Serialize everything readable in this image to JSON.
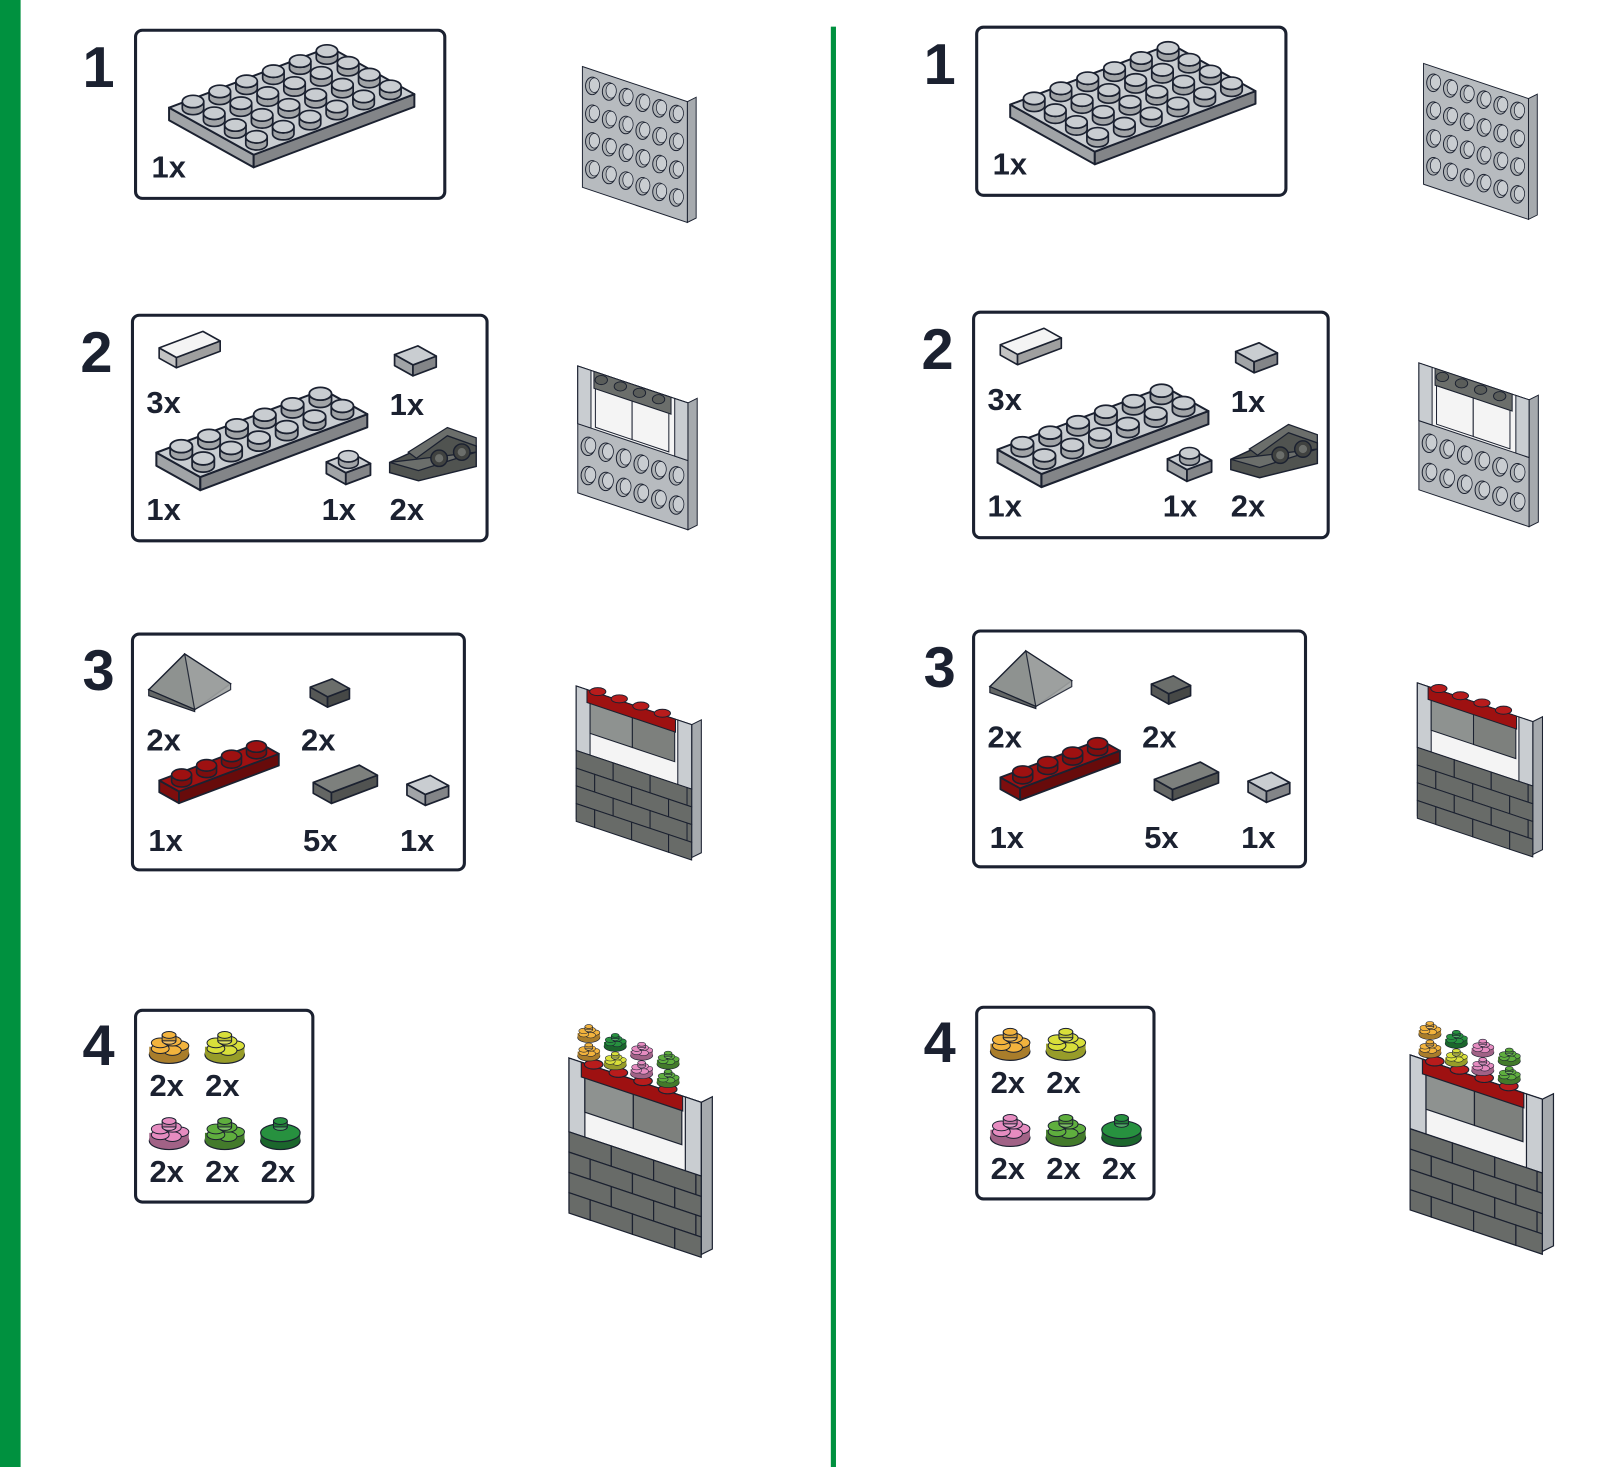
{
  "colors": {
    "accent_green": "#00913f",
    "text": "#1b2130",
    "light_gray": "#c9cdd1",
    "dark_gray": "#6b6e6b",
    "red": "#9e1111",
    "white": "#f4f4f4"
  },
  "columns": [
    {
      "steps": [
        {
          "number": "1",
          "parts": [
            {
              "kind": "plate-4x6",
              "qty": "1x"
            }
          ]
        },
        {
          "number": "2",
          "parts": [
            {
              "kind": "tile-1x2-white",
              "qty": "3x"
            },
            {
              "kind": "tile-1x1-light",
              "qty": "1x"
            },
            {
              "kind": "plate-2x6",
              "qty": "1x"
            },
            {
              "kind": "plate-1x1",
              "qty": "1x"
            },
            {
              "kind": "bracket-dark",
              "qty": "2x"
            }
          ]
        },
        {
          "number": "3",
          "parts": [
            {
              "kind": "slope-dark",
              "qty": "2x"
            },
            {
              "kind": "tile-1x1-dark",
              "qty": "2x"
            },
            {
              "kind": "plate-1x4-red",
              "qty": "1x"
            },
            {
              "kind": "tile-1x2-dark",
              "qty": "5x"
            },
            {
              "kind": "tile-1x1-light",
              "qty": "1x"
            }
          ]
        },
        {
          "number": "4",
          "parts": [
            {
              "kind": "flower-orange",
              "qty": "2x"
            },
            {
              "kind": "flower-yellow",
              "qty": "2x"
            },
            {
              "kind": "flower-pink",
              "qty": "2x"
            },
            {
              "kind": "flower-green",
              "qty": "2x"
            },
            {
              "kind": "round-plate-green",
              "qty": "2x"
            }
          ]
        }
      ]
    },
    {
      "steps": [
        {
          "number": "1",
          "parts": [
            {
              "kind": "plate-4x6",
              "qty": "1x"
            }
          ]
        },
        {
          "number": "2",
          "parts": [
            {
              "kind": "tile-1x2-white",
              "qty": "3x"
            },
            {
              "kind": "tile-1x1-light",
              "qty": "1x"
            },
            {
              "kind": "plate-2x6",
              "qty": "1x"
            },
            {
              "kind": "plate-1x1",
              "qty": "1x"
            },
            {
              "kind": "bracket-dark",
              "qty": "2x"
            }
          ]
        },
        {
          "number": "3",
          "parts": [
            {
              "kind": "slope-dark",
              "qty": "2x"
            },
            {
              "kind": "tile-1x1-dark",
              "qty": "2x"
            },
            {
              "kind": "plate-1x4-red",
              "qty": "1x"
            },
            {
              "kind": "tile-1x2-dark",
              "qty": "5x"
            },
            {
              "kind": "tile-1x1-light",
              "qty": "1x"
            }
          ]
        },
        {
          "number": "4",
          "parts": [
            {
              "kind": "flower-orange",
              "qty": "2x"
            },
            {
              "kind": "flower-yellow",
              "qty": "2x"
            },
            {
              "kind": "flower-pink",
              "qty": "2x"
            },
            {
              "kind": "flower-green",
              "qty": "2x"
            },
            {
              "kind": "round-plate-green",
              "qty": "2x"
            }
          ]
        }
      ]
    }
  ]
}
